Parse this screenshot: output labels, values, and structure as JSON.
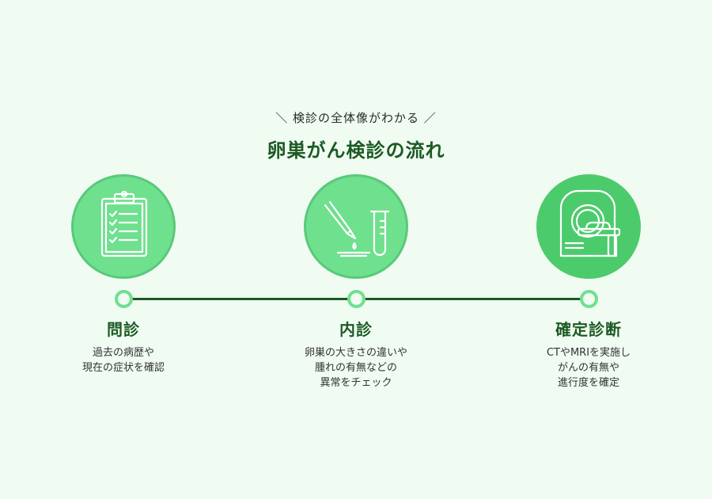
{
  "header": {
    "subtitle": "＼ 検診の全体像がわかる ／",
    "title": "卵巣がん検診の流れ"
  },
  "steps": [
    {
      "icon": "clipboard-checklist-icon",
      "title": "問診",
      "lines": [
        "過去の病歴や",
        "現在の症状を確認"
      ]
    },
    {
      "icon": "pipette-test-tube-icon",
      "title": "内診",
      "lines": [
        "卵巣の大きさの違いや",
        "腫れの有無などの",
        "異常をチェック"
      ]
    },
    {
      "icon": "mri-scanner-icon",
      "title": "確定診断",
      "lines": [
        "CTやMRIを実施し",
        "がんの有無や",
        "進行度を確定"
      ]
    }
  ],
  "colors": {
    "background": "#f0fbf2",
    "accent": "#6fe08e",
    "accent_dark": "#4ccb6c",
    "title": "#1c5a24"
  }
}
